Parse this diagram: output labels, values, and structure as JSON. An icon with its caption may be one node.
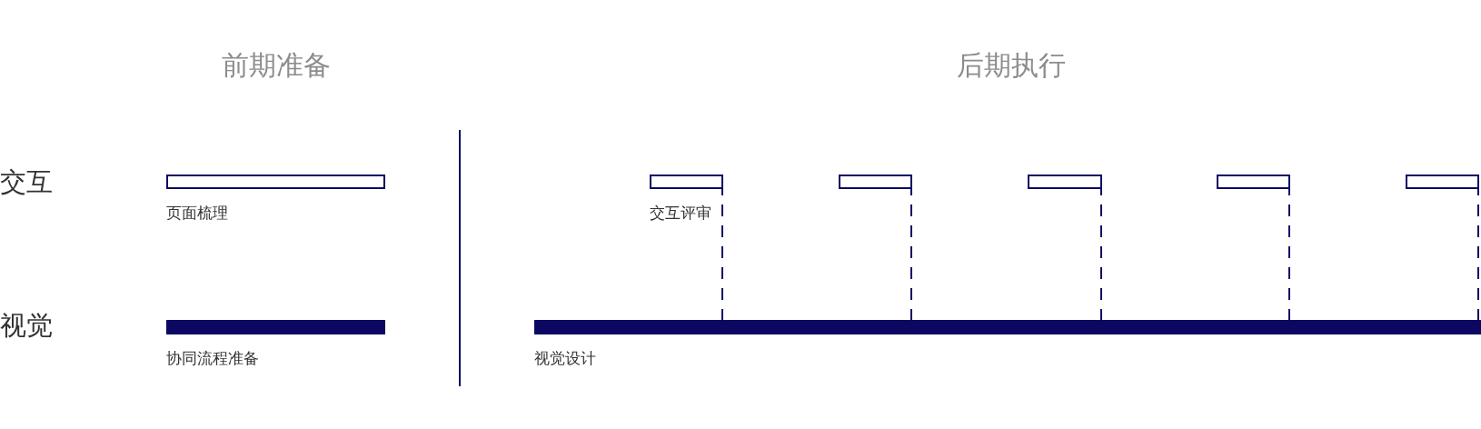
{
  "diagram": {
    "nodes": [
      {
        "text": [],
        "shape": "bar",
        "beside": [
          "页面梳理"
        ]
      },
      {
        "text": [],
        "shape": "bar",
        "beside": [
          "交互评审"
        ]
      },
      {
        "text": [],
        "shape": "bar"
      },
      {
        "text": [],
        "shape": "bar"
      },
      {
        "text": [],
        "shape": "bar"
      },
      {
        "text": [],
        "shape": "bar"
      },
      {
        "text": [],
        "shape": "bar",
        "beside": [
          "协同流程准备"
        ]
      },
      {
        "text": [],
        "shape": "bar",
        "beside": [
          "视觉设计"
        ]
      }
    ],
    "edges": [
      {
        "from": 1,
        "to": 7,
        "arrow": "none",
        "style": "dashed"
      },
      {
        "from": 2,
        "to": 7,
        "arrow": "none",
        "style": "dashed"
      },
      {
        "from": 3,
        "to": 7,
        "arrow": "none",
        "style": "dashed"
      },
      {
        "from": 4,
        "to": 7,
        "arrow": "none",
        "style": "dashed"
      },
      {
        "from": 5,
        "to": 7,
        "arrow": "none",
        "style": "dashed"
      }
    ],
    "labels": [
      "前期准备",
      "后期执行",
      "交互",
      "视觉"
    ]
  }
}
